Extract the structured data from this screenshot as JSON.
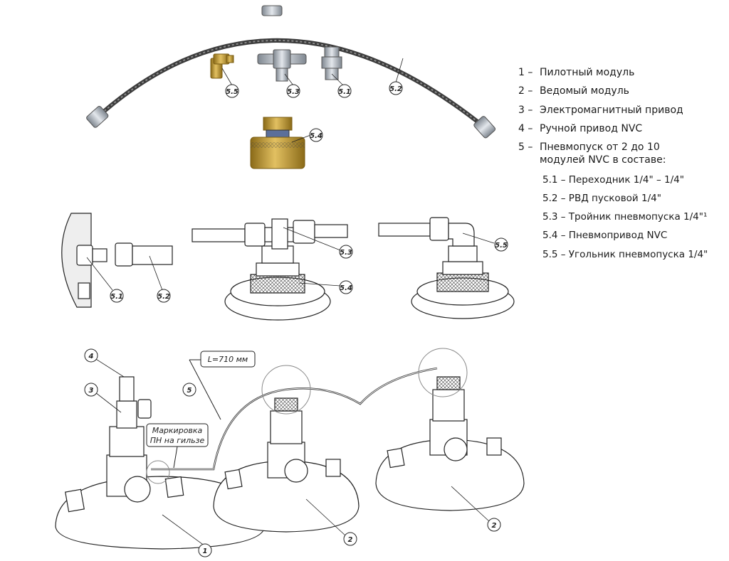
{
  "legend": [
    {
      "num": "1 –",
      "text": "Пилотный модуль"
    },
    {
      "num": "2 –",
      "text": "Ведомый модуль"
    },
    {
      "num": "3 –",
      "text": "Электромагнитный привод"
    },
    {
      "num": "4 –",
      "text": "Ручной привод NVC"
    },
    {
      "num": "5 –",
      "text": "Пневмопуск от 2 до 10 модулей NVC в составе:"
    }
  ],
  "sub_legend": [
    "5.1 – Переходник 1/4\" – 1/4\"",
    "5.2 – РВД пусковой 1/4\"",
    "5.3 – Тройник пневмопуска 1/4\"¹",
    "5.4 – Пневмопривод NVC",
    "5.5 – Угольник пневмопуска 1/4\""
  ],
  "callouts": {
    "c5_5": "5.5",
    "c5_3": "5.3",
    "c5_1": "5.1",
    "c5_2": "5.2",
    "c5_4": "5.4",
    "c1": "1",
    "c2": "2",
    "c3": "3",
    "c4": "4",
    "c5": "5"
  },
  "notes": {
    "hose_length": "L=710 мм",
    "marking_line1": "Маркировка",
    "marking_line2": "ПН на гильзе"
  },
  "colors": {
    "brass": "#c9a23a",
    "steel": "#b9bfc6",
    "line": "#333333"
  }
}
